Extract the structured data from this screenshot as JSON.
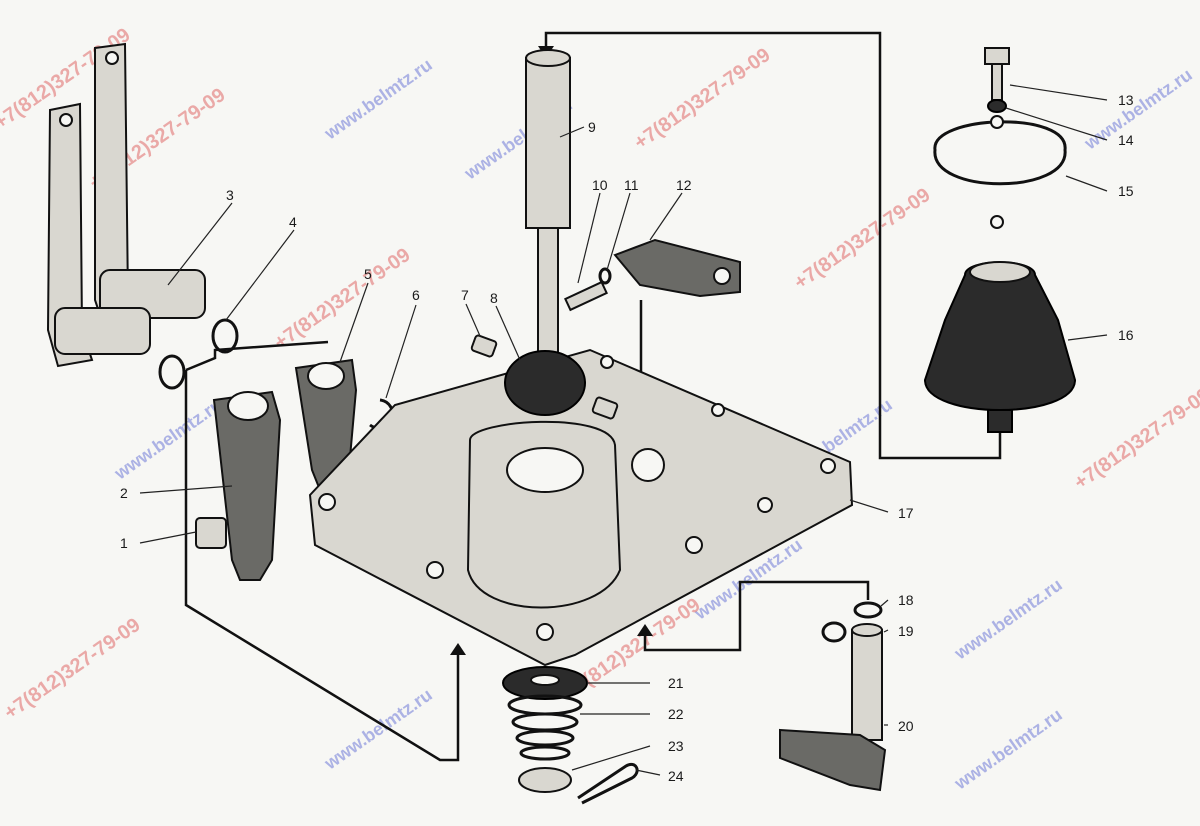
{
  "callouts": [
    {
      "id": "1",
      "text": "1"
    },
    {
      "id": "2",
      "text": "2"
    },
    {
      "id": "3",
      "text": "3"
    },
    {
      "id": "4",
      "text": "4"
    },
    {
      "id": "5",
      "text": "5"
    },
    {
      "id": "6",
      "text": "6"
    },
    {
      "id": "7",
      "text": "7"
    },
    {
      "id": "8",
      "text": "8"
    },
    {
      "id": "9",
      "text": "9"
    },
    {
      "id": "10",
      "text": "10"
    },
    {
      "id": "11",
      "text": "11"
    },
    {
      "id": "12",
      "text": "12"
    },
    {
      "id": "13",
      "text": "13"
    },
    {
      "id": "14",
      "text": "14"
    },
    {
      "id": "15",
      "text": "15"
    },
    {
      "id": "16",
      "text": "16"
    },
    {
      "id": "17",
      "text": "17"
    },
    {
      "id": "18",
      "text": "18"
    },
    {
      "id": "19",
      "text": "19"
    },
    {
      "id": "20",
      "text": "20"
    },
    {
      "id": "21",
      "text": "21"
    },
    {
      "id": "22",
      "text": "22"
    },
    {
      "id": "23",
      "text": "23"
    },
    {
      "id": "24",
      "text": "24"
    }
  ],
  "watermarks": {
    "url": "www.belmtz.ru",
    "phone": "+7(812)327-79-09"
  }
}
